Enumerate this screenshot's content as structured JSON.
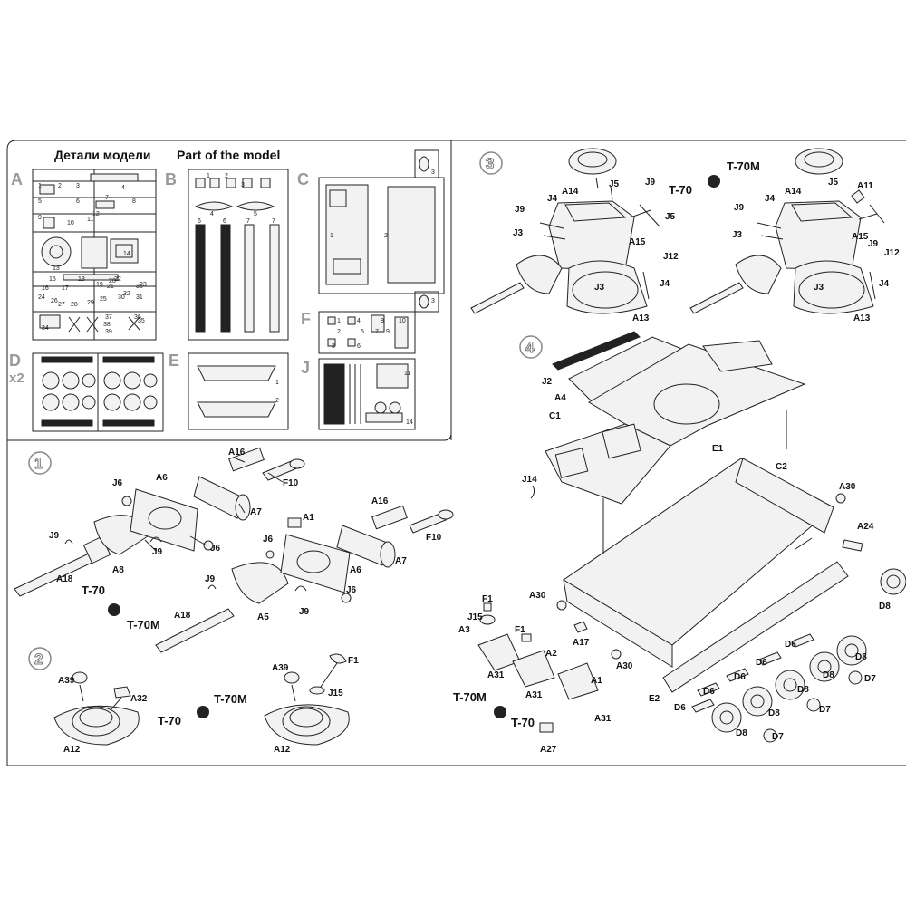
{
  "header": {
    "title_ru": "Детали модели",
    "title_en": "Part of the model"
  },
  "sprues": {
    "A": "A",
    "B": "B",
    "C": "C",
    "D": "D",
    "D_qty": "x2",
    "E": "E",
    "F": "F",
    "J": "J"
  },
  "steps": {
    "s1": "1",
    "s2": "2",
    "s3": "3",
    "s4": "4"
  },
  "variants": {
    "t70": "T-70",
    "t70m": "T-70M"
  },
  "step1_labels": {
    "a16_top": "A16",
    "f10_top": "F10",
    "a7_top": "A7",
    "a6_top": "A6",
    "j6_a": "J6",
    "j6_b": "J6",
    "j9_a": "J9",
    "j9_b": "J9",
    "a8": "A8",
    "a18_a": "A18",
    "a1": "A1",
    "a16_b": "A16",
    "f10_b": "F10",
    "a7_b": "A7",
    "a6_b": "A6",
    "j6_c": "J6",
    "j6_d": "J6",
    "j9_c": "J9",
    "j9_d": "J9",
    "a5": "A5",
    "a18_b": "A18"
  },
  "step2_labels": {
    "a39_a": "A39",
    "a32": "A32",
    "a12_a": "A12",
    "a39_b": "A39",
    "f1": "F1",
    "j15": "J15",
    "a12_b": "A12"
  },
  "step3_labels": {
    "j5_a": "J5",
    "j9_a": "J9",
    "a14_a": "A14",
    "j4_a": "J4",
    "j9_b": "J9",
    "j5_b": "J5",
    "j3_a": "J3",
    "a15_a": "A15",
    "j12_a": "J12",
    "j3_b": "J3",
    "j4_b": "J4",
    "a13_a": "A13",
    "j5_c": "J5",
    "a11": "A11",
    "j9_c": "J9",
    "j4_c": "J4",
    "a14_b": "A14",
    "j3_c": "J3",
    "a15_b": "A15",
    "j9_d": "J9",
    "j12_b": "J12",
    "j3_d": "J3",
    "j4_d": "J4",
    "a13_b": "A13"
  },
  "step4_labels": {
    "j2": "J2",
    "a4": "A4",
    "c1": "C1",
    "e1": "E1",
    "c2": "C2",
    "j14": "J14",
    "a30_a": "A30",
    "a24": "A24",
    "d8_a": "D8",
    "a30_b": "A30",
    "f1_a": "F1",
    "j15": "J15",
    "a3": "A3",
    "f1_b": "F1",
    "a17": "A17",
    "a30_c": "A30",
    "a2": "A2",
    "a1": "A1",
    "a31_a": "A31",
    "a31_b": "A31",
    "a31_c": "A31",
    "a27": "A27",
    "e2": "E2",
    "d6_a": "D6",
    "d6_b": "D6",
    "d6_c": "D6",
    "d6_d": "D6",
    "d6_e": "D6",
    "d8_b": "D8",
    "d8_c": "D8",
    "d8_d": "D8",
    "d8_e": "D8",
    "d8_f": "D8",
    "d7_a": "D7",
    "d7_b": "D7",
    "d7_c": "D7"
  },
  "sprue_numbers": {
    "a": [
      "1",
      "2",
      "3",
      "4",
      "5",
      "6",
      "7",
      "8",
      "9",
      "10",
      "11",
      "12",
      "13",
      "14",
      "15",
      "16",
      "17",
      "18",
      "19",
      "20",
      "21",
      "22",
      "23",
      "24",
      "25",
      "26",
      "27",
      "28",
      "29",
      "30",
      "31",
      "32",
      "33",
      "34",
      "35",
      "36",
      "37",
      "38",
      "39"
    ],
    "b": [
      "1",
      "2",
      "3",
      "4",
      "5",
      "6",
      "6",
      "7",
      "7"
    ],
    "c": [
      "1",
      "2",
      "3"
    ],
    "e": [
      "1",
      "2"
    ],
    "f": [
      "1",
      "2",
      "3",
      "4",
      "5",
      "6",
      "7",
      "8",
      "9",
      "10"
    ],
    "j": [
      "11",
      "14"
    ]
  }
}
